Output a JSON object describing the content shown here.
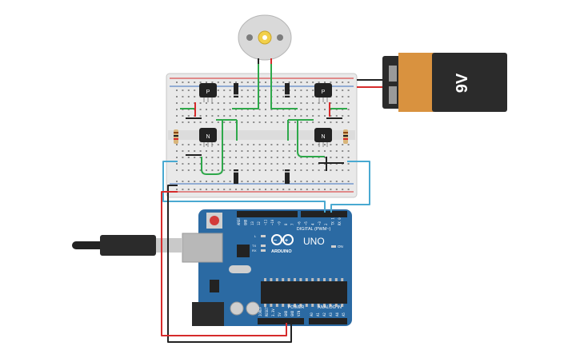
{
  "battery": {
    "label": "9V",
    "body_color": "#d9923f",
    "cap_color": "#2b2b2b"
  },
  "arduino": {
    "brand": "ARDUINO",
    "model": "UNO",
    "digital_header": "DIGITAL (PWM~)",
    "power_header": "POWER",
    "analog_header": "ANALOG IN",
    "on_label": "ON",
    "l_label": "L",
    "tx_label": "TX",
    "rx_label": "RX",
    "board_color": "#2b6aa3",
    "digital_pins": [
      "AREF",
      "GND",
      "13",
      "12",
      "~11",
      "~10",
      "~9",
      "8",
      "7",
      "~6",
      "~5",
      "4",
      "~3",
      "2",
      "TX 1",
      "RX 0"
    ],
    "power_pins": [
      "IOREF",
      "RESET",
      "3.3V",
      "5V",
      "GND",
      "GND",
      "VIN"
    ],
    "analog_pins": [
      "A0",
      "A1",
      "A2",
      "A3",
      "A4",
      "A5"
    ]
  },
  "transistors": [
    {
      "type_label": "P"
    },
    {
      "type_label": "P"
    },
    {
      "type_label": "N"
    },
    {
      "type_label": "N"
    }
  ],
  "wire_colors": {
    "red": "#d62b2b",
    "black": "#222222",
    "green": "#2ea84a",
    "blue": "#49a9d1"
  }
}
